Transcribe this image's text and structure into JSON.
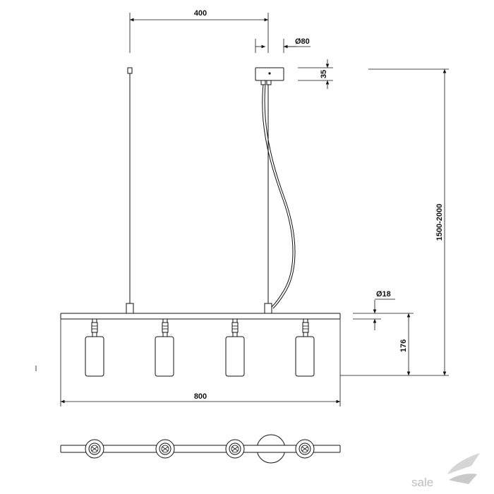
{
  "dimensions": {
    "width_top": "400",
    "canopy_diameter": "Ø80",
    "canopy_height": "35",
    "total_height": "1500-2000",
    "bar_diameter": "Ø18",
    "shade_height": "176",
    "overall_width": "800"
  },
  "watermark": "sale"
}
